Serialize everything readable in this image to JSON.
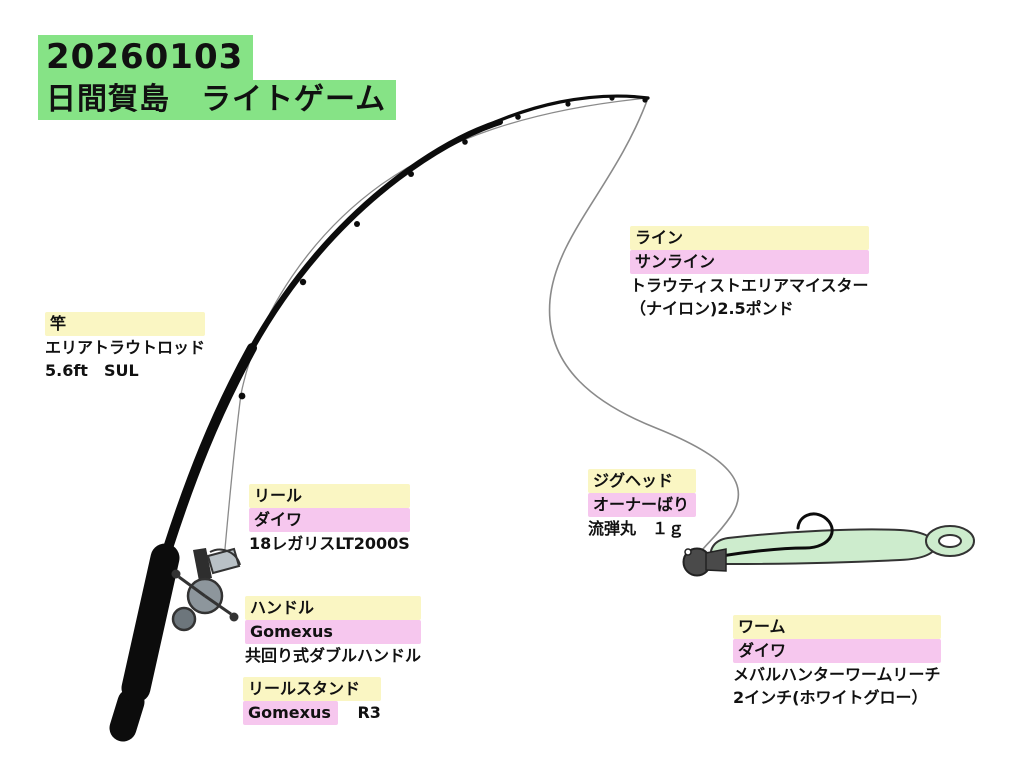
{
  "title": {
    "date": "20260103",
    "subtitle": "日間賀島　ライトゲーム"
  },
  "labels": {
    "rod": {
      "heading": "竿",
      "lines": [
        "エリアトラウトロッド",
        "5.6ft　SUL"
      ]
    },
    "line": {
      "heading": "ライン",
      "brand": "サンライン",
      "lines": [
        "トラウティストエリアマイスター",
        "（ナイロン)2.5ポンド"
      ]
    },
    "reel": {
      "heading": "リール",
      "brand": "ダイワ",
      "lines": [
        "18レガリスLT2000S"
      ]
    },
    "handle": {
      "heading": "ハンドル",
      "brand": "Gomexus",
      "lines": [
        "共回り式ダブルハンドル"
      ]
    },
    "reel_stand": {
      "heading": "リールスタンド",
      "brand": "Gomexus",
      "suffix": "R3"
    },
    "jighead": {
      "heading": "ジグヘッド",
      "brand": "オーナーばり",
      "lines": [
        "流弾丸　１ｇ"
      ]
    },
    "worm": {
      "heading": "ワーム",
      "brand": "ダイワ",
      "lines": [
        "メバルハンターワームリーチ",
        "2インチ(ホワイトグロー）"
      ]
    }
  },
  "colors": {
    "highlight-green": "#86e386",
    "highlight-yellow": "#faf6c3",
    "highlight-pink": "#f6c7ee",
    "worm-green": "#cdeccd",
    "ink": "#111111"
  }
}
